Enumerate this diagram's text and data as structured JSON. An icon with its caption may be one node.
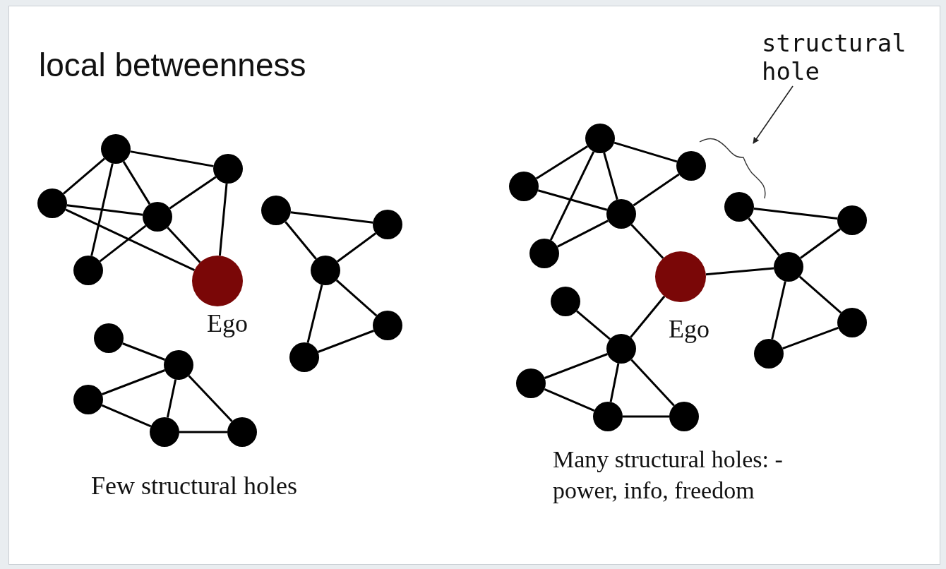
{
  "diagram": {
    "title": "local betweenness",
    "nodes": [
      {
        "text": [],
        "shape": "circle"
      },
      {
        "text": [],
        "shape": "circle"
      },
      {
        "text": [],
        "shape": "circle"
      },
      {
        "text": [],
        "shape": "circle"
      },
      {
        "text": [],
        "shape": "circle"
      },
      {
        "text": [],
        "shape": "circle",
        "beside": [
          "Ego"
        ]
      },
      {
        "text": [],
        "shape": "circle"
      },
      {
        "text": [],
        "shape": "circle"
      },
      {
        "text": [],
        "shape": "circle"
      },
      {
        "text": [],
        "shape": "circle"
      },
      {
        "text": [],
        "shape": "circle"
      },
      {
        "text": [],
        "shape": "circle"
      },
      {
        "text": [],
        "shape": "circle"
      },
      {
        "text": [],
        "shape": "circle"
      },
      {
        "text": [],
        "shape": "circle"
      },
      {
        "text": [],
        "shape": "circle"
      },
      {
        "text": [
          "structural hole"
        ]
      },
      {
        "text": [],
        "shape": "circle"
      },
      {
        "text": [],
        "shape": "circle"
      },
      {
        "text": [],
        "shape": "circle"
      },
      {
        "text": [],
        "shape": "circle"
      },
      {
        "text": [],
        "shape": "circle"
      },
      {
        "text": [],
        "shape": "circle",
        "beside": [
          "Ego"
        ]
      },
      {
        "text": [],
        "shape": "circle"
      },
      {
        "text": [],
        "shape": "circle"
      },
      {
        "text": [],
        "shape": "circle"
      },
      {
        "text": [],
        "shape": "circle"
      },
      {
        "text": [],
        "shape": "circle"
      },
      {
        "text": [],
        "shape": "circle"
      },
      {
        "text": [],
        "shape": "circle"
      },
      {
        "text": [],
        "shape": "circle"
      },
      {
        "text": [],
        "shape": "circle"
      },
      {
        "text": [],
        "shape": "circle"
      }
    ],
    "edges": [
      {
        "from": 0,
        "to": 1,
        "arrow": "none"
      },
      {
        "from": 0,
        "to": 2,
        "arrow": "none"
      },
      {
        "from": 0,
        "to": 4,
        "arrow": "none"
      },
      {
        "from": 0,
        "to": 3,
        "arrow": "none"
      },
      {
        "from": 2,
        "to": 3,
        "arrow": "none"
      },
      {
        "from": 2,
        "to": 5,
        "arrow": "none"
      },
      {
        "from": 1,
        "to": 3,
        "arrow": "none"
      },
      {
        "from": 1,
        "to": 5,
        "arrow": "none"
      },
      {
        "from": 3,
        "to": 5,
        "arrow": "none"
      },
      {
        "from": 3,
        "to": 4,
        "arrow": "none"
      },
      {
        "from": 6,
        "to": 7,
        "arrow": "none"
      },
      {
        "from": 6,
        "to": 8,
        "arrow": "none"
      },
      {
        "from": 7,
        "to": 8,
        "arrow": "none"
      },
      {
        "from": 8,
        "to": 9,
        "arrow": "none"
      },
      {
        "from": 8,
        "to": 10,
        "arrow": "none"
      },
      {
        "from": 9,
        "to": 10,
        "arrow": "none"
      },
      {
        "from": 11,
        "to": 12,
        "arrow": "none"
      },
      {
        "from": 12,
        "to": 13,
        "arrow": "none"
      },
      {
        "from": 12,
        "to": 14,
        "arrow": "none"
      },
      {
        "from": 12,
        "to": 15,
        "arrow": "none"
      },
      {
        "from": 13,
        "to": 14,
        "arrow": "none"
      },
      {
        "from": 14,
        "to": 15,
        "arrow": "none"
      },
      {
        "from": 16,
        "to": null,
        "arrow": "to"
      },
      {
        "from": 17,
        "to": 19,
        "arrow": "none"
      },
      {
        "from": 17,
        "to": 18,
        "arrow": "none"
      },
      {
        "from": 17,
        "to": 21,
        "arrow": "none"
      },
      {
        "from": 17,
        "to": 20,
        "arrow": "none"
      },
      {
        "from": 19,
        "to": 20,
        "arrow": "none"
      },
      {
        "from": 20,
        "to": 18,
        "arrow": "none"
      },
      {
        "from": 20,
        "to": 21,
        "arrow": "none"
      },
      {
        "from": 20,
        "to": 22,
        "arrow": "none"
      },
      {
        "from": 23,
        "to": 24,
        "arrow": "none"
      },
      {
        "from": 23,
        "to": 25,
        "arrow": "none"
      },
      {
        "from": 24,
        "to": 25,
        "arrow": "none"
      },
      {
        "from": 25,
        "to": 26,
        "arrow": "none"
      },
      {
        "from": 25,
        "to": 27,
        "arrow": "none"
      },
      {
        "from": 26,
        "to": 27,
        "arrow": "none"
      },
      {
        "from": 22,
        "to": 25,
        "arrow": "none"
      },
      {
        "from": 28,
        "to": 29,
        "arrow": "none"
      },
      {
        "from": 29,
        "to": 22,
        "arrow": "none"
      },
      {
        "from": 29,
        "to": 30,
        "arrow": "none"
      },
      {
        "from": 29,
        "to": 31,
        "arrow": "none"
      },
      {
        "from": 29,
        "to": 32,
        "arrow": "none"
      },
      {
        "from": 30,
        "to": 31,
        "arrow": "none"
      },
      {
        "from": 31,
        "to": 32,
        "arrow": "none"
      }
    ],
    "labels": [
      "Few structural holes",
      "Many structural holes: - power, info, freedom"
    ]
  }
}
